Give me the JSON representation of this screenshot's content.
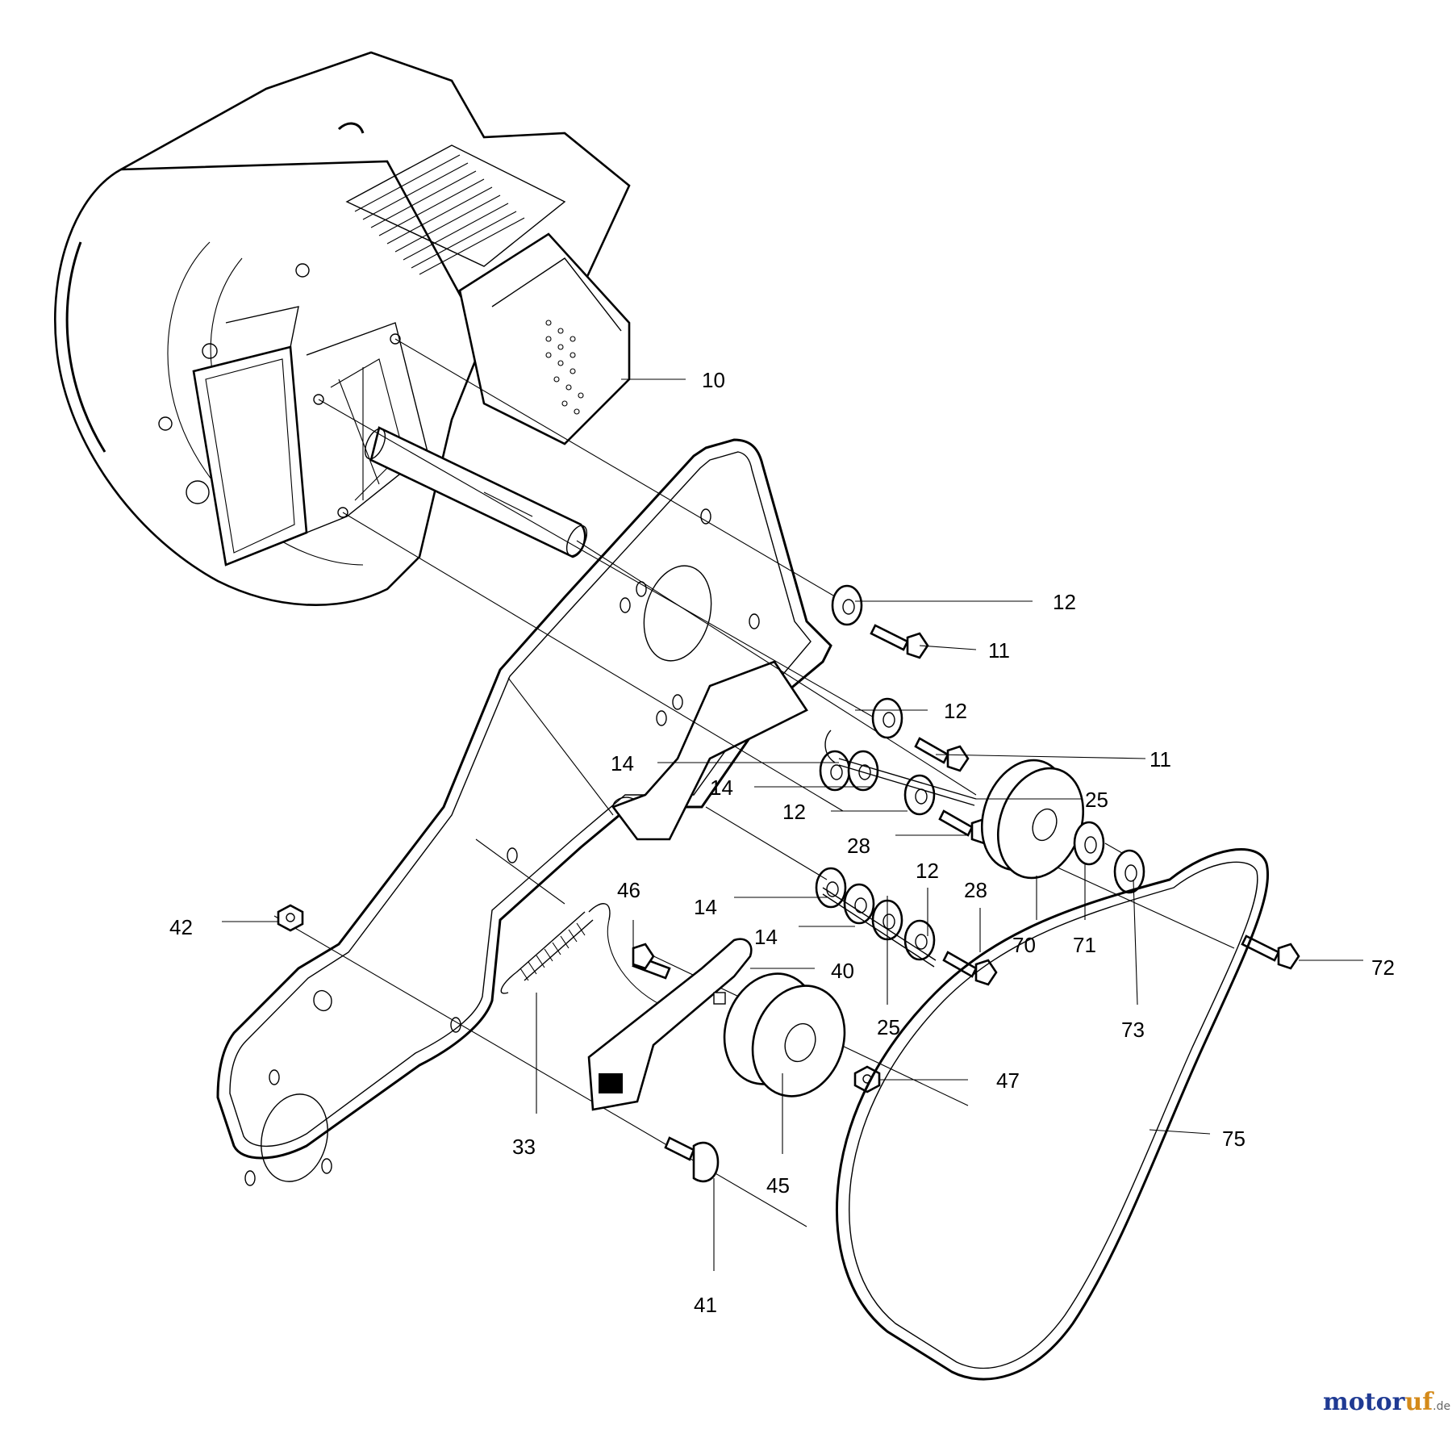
{
  "labels": {
    "p10": "10",
    "p12a": "12",
    "p11a": "11",
    "p12b": "12",
    "p11b": "11",
    "p14a": "14",
    "p14b": "14",
    "p25a": "25",
    "p12c": "12",
    "p28a": "28",
    "p12d": "12",
    "p28b": "28",
    "p46": "46",
    "p14c": "14",
    "p14d": "14",
    "p70": "70",
    "p71": "71",
    "p72": "72",
    "p42": "42",
    "p40": "40",
    "p25b": "25",
    "p73": "73",
    "p47": "47",
    "p75": "75",
    "p33": "33",
    "p45": "45",
    "p41": "41"
  },
  "watermark": {
    "brand_1": "motor",
    "brand_2": "uf",
    "suffix": ".de"
  },
  "colors": {
    "line": "#000000",
    "background": "#ffffff",
    "watermark_motor": "#1f3a93",
    "watermark_uf": "#d48a1a"
  }
}
